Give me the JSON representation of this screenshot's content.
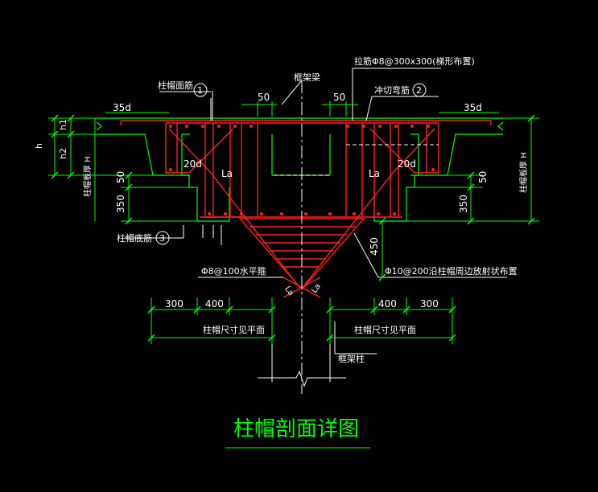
{
  "title": "柱帽剖面详图",
  "labels": {
    "tie_bar": "拉筋Φ8@300x300(梯形布置)",
    "cap_top_bar": "柱帽面筋",
    "top_bar_no": "1",
    "frame_beam": "框架梁",
    "punch_bar": "冲切弯筋",
    "punch_bar_no": "2",
    "cap_bottom_bar": "柱帽底筋",
    "bottom_bar_no": "3",
    "horizontal_stirrup": "Φ8@100水平箍",
    "perimeter_bar": "Φ10@200沿柱帽周边放射状布置",
    "cap_size_left": "柱帽尺寸见平面",
    "cap_size_right": "柱帽尺寸见平面",
    "frame_column": "框架柱",
    "slab_thickness_left": "柱帽板厚 H",
    "slab_thickness_right": "柱帽板厚 H",
    "dim_35d_left": "35d",
    "dim_35d_right": "35d",
    "dim_50_top_left": "50",
    "dim_50_top_right": "50",
    "dim_h1": "h1",
    "dim_h2": "h2",
    "dim_h": "h",
    "dim_50_left": "50",
    "dim_350_left": "350",
    "dim_50_right": "50",
    "dim_350_right": "350",
    "dim_20d_left": "20d",
    "dim_20d_right": "20d",
    "la_left": "La",
    "la_right": "La",
    "la_bottom_left": "La",
    "la_bottom_right": "La",
    "dim_450": "450",
    "dim_300_left": "300",
    "dim_400_left": "400",
    "dim_400_right": "400",
    "dim_300_right": "300"
  },
  "colors": {
    "background": "#000000",
    "rebar": "#ff2020",
    "dimension": "#00ff00",
    "text": "#ffffff",
    "title": "#00ff00",
    "outline": "#00ff00"
  }
}
